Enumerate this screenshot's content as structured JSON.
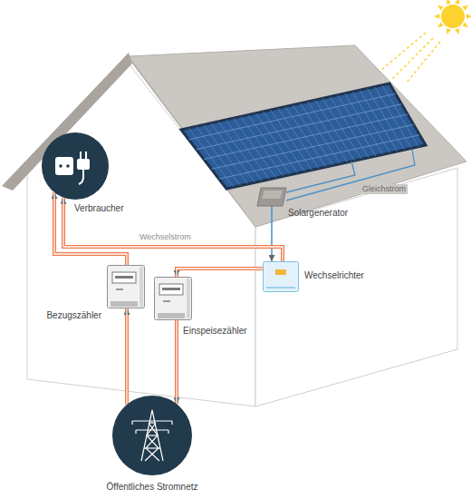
{
  "diagram": {
    "nodes": [
      {
        "text": [
          "Verbraucher"
        ]
      },
      {
        "text": [
          "Solargenerator"
        ]
      },
      {
        "text": [
          "Wechselrichter"
        ]
      },
      {
        "text": [
          "Bezugszähler"
        ]
      },
      {
        "text": [
          "Einspeisezähler"
        ]
      },
      {
        "text": [
          "Öffentliches Stromnetz"
        ]
      }
    ],
    "edges": [
      {
        "from": 1,
        "to": 2,
        "arrow": "to",
        "label": "Gleichstrom"
      },
      {
        "from": 2,
        "to": 0,
        "arrow": "to",
        "label": "Wechselstrom"
      },
      {
        "from": 2,
        "to": 4,
        "arrow": "to"
      },
      {
        "from": 3,
        "to": 0,
        "arrow": "to"
      },
      {
        "from": 5,
        "to": 3,
        "arrow": "to"
      },
      {
        "from": 4,
        "to": 5,
        "arrow": "to"
      }
    ]
  }
}
